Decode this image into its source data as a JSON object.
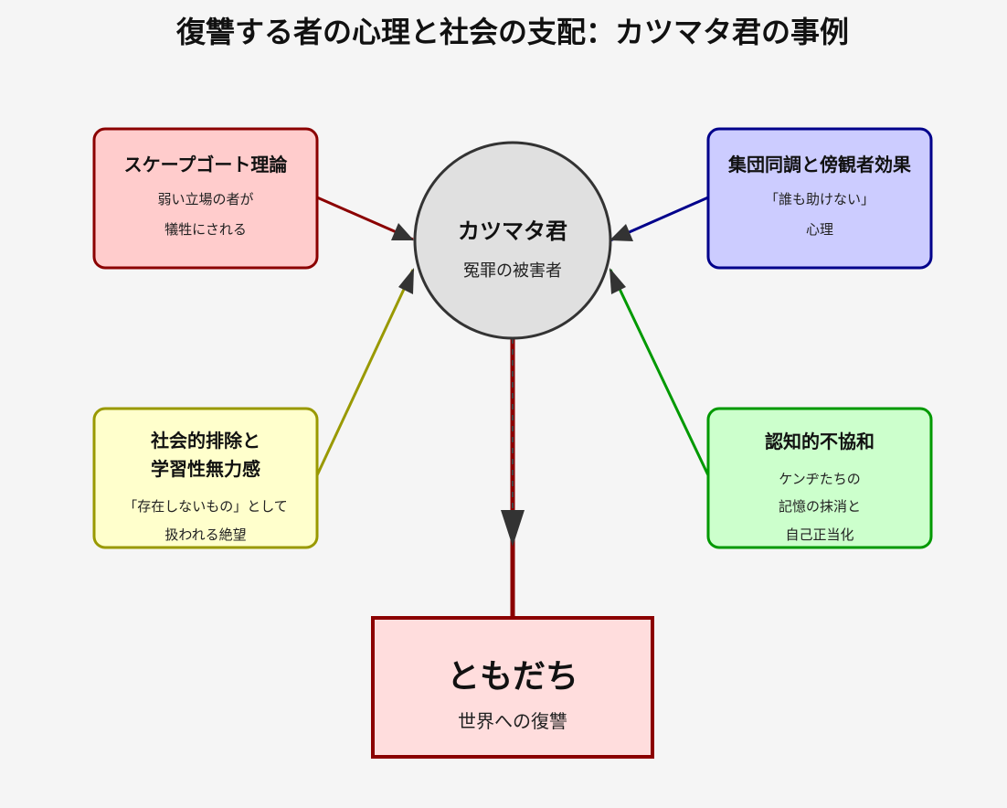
{
  "title": "復讐する者の心理と社会の支配：カツマタ君の事例",
  "center": {
    "title": "カツマタ君",
    "subtitle": "冤罪の被害者",
    "fill": "#e0e0e0",
    "stroke": "#333333"
  },
  "boxes": {
    "scapegoat": {
      "title": [
        "スケープゴート理論"
      ],
      "lines": [
        "弱い立場の者が",
        "犠牲にされる"
      ],
      "fill": "#ffcccc",
      "stroke": "#8b0000"
    },
    "conformity": {
      "title": [
        "集団同調と傍観者効果"
      ],
      "lines": [
        "「誰も助けない」",
        "心理"
      ],
      "fill": "#ccccff",
      "stroke": "#00008b"
    },
    "exclusion": {
      "title": [
        "社会的排除と",
        "学習性無力感"
      ],
      "lines": [
        "「存在しないもの」として",
        "扱われる絶望"
      ],
      "fill": "#ffffcc",
      "stroke": "#999900"
    },
    "dissonance": {
      "title": [
        "認知的不協和"
      ],
      "lines": [
        "ケンヂたちの",
        "記憶の抹消と",
        "自己正当化"
      ],
      "fill": "#ccffcc",
      "stroke": "#009900"
    }
  },
  "outcome": {
    "title": "ともだち",
    "subtitle": "世界への復讐",
    "fill": "#ffdddd",
    "stroke": "#8b0000"
  }
}
